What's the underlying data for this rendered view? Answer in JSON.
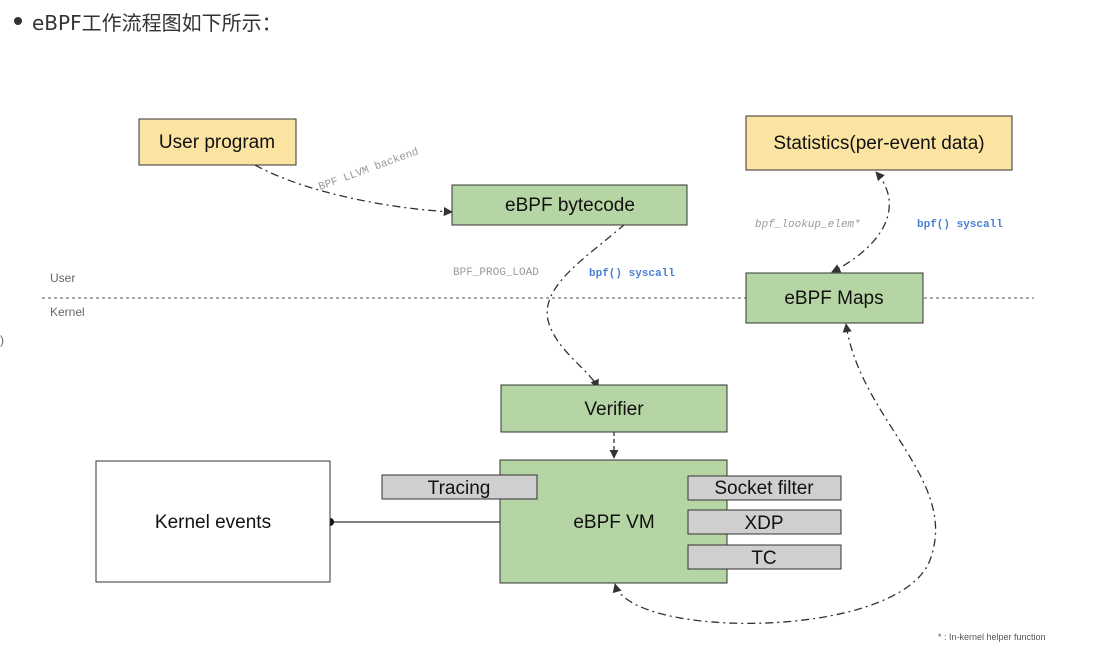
{
  "heading": {
    "text": "eBPF工作流程图如下所示："
  },
  "diagram": {
    "boxes": {
      "user_program": "User program",
      "statistics": "Statistics(per-event data)",
      "bytecode": "eBPF bytecode",
      "maps": "eBPF Maps",
      "verifier": "Verifier",
      "kernel_events": "Kernel events",
      "vm": "eBPF VM",
      "tracing": "Tracing",
      "socket_filter": "Socket filter",
      "xdp": "XDP",
      "tc": "TC"
    },
    "labels": {
      "llvm_backend": "BPF LLVM backend",
      "prog_load": "BPF_PROG_LOAD",
      "syscall_left": "bpf() syscall",
      "lookup_elem": "bpf_lookup_elem*",
      "syscall_right": "bpf() syscall",
      "user_zone": "User",
      "kernel_zone": "Kernel",
      "footnote": "* : In-kernel helper function",
      "edge_mark": ")"
    },
    "colors": {
      "yellow_fill": "#fbe3a2",
      "green_fill": "#b5d5a4",
      "gray_fill": "#cfcfcf",
      "white_fill": "#ffffff",
      "stroke": "#333333"
    }
  }
}
